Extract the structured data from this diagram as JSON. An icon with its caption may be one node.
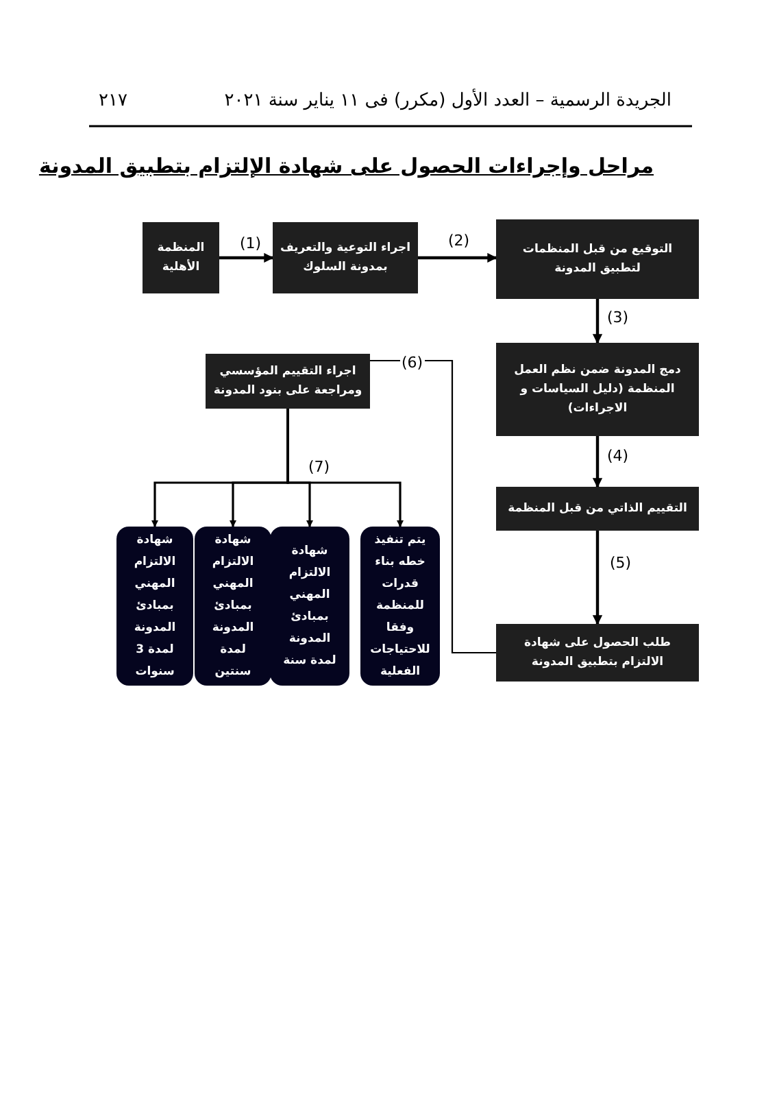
{
  "diagram": {
    "title": "مراحل وإجراءات الحصول على شهادة الإلتزام بتطبيق المدونة",
    "nodes": [
      {
        "text": [
          "المنظمة الأهلية"
        ]
      },
      {
        "text": [
          "اجراء التوعية والتعريف بمدونة السلوك"
        ]
      },
      {
        "text": [
          "التوقيع من قبل المنظمات لتطبيق المدونة"
        ]
      },
      {
        "text": [
          "دمج المدونة ضمن نظم العمل المنظمة (دليل السياسات و الاجراءات)"
        ]
      },
      {
        "text": [
          "التقييم الذاتي من قبل المنظمة"
        ]
      },
      {
        "text": [
          "طلب الحصول على شهادة الالتزام بتطبيق المدونة"
        ]
      },
      {
        "text": [
          "اجراء التقييم المؤسسي ومراجعة على بنود المدونة"
        ]
      },
      {
        "text": [
          "يتم تنفيذ خطه بناء قدرات للمنظمة وفقا للاحتياجات الفعلية"
        ]
      },
      {
        "text": [
          "شهادة الالتزام المهني بمبادئ المدونة لمدة سنة"
        ]
      },
      {
        "text": [
          "شهادة الالتزام المهني بمبادئ المدونة لمدة سنتين"
        ]
      },
      {
        "text": [
          "شهادة الالتزام المهني بمبادئ المدونة لمدة 3 سنوات"
        ]
      }
    ],
    "edges": [
      {
        "from": 0,
        "to": 1,
        "arrow": "to",
        "label": "(1)"
      },
      {
        "from": 1,
        "to": 2,
        "arrow": "to",
        "label": "(2)"
      },
      {
        "from": 2,
        "to": 3,
        "arrow": "to",
        "label": "(3)"
      },
      {
        "from": 3,
        "to": 4,
        "arrow": "to",
        "label": "(4)"
      },
      {
        "from": 4,
        "to": 5,
        "arrow": "to",
        "label": "(5)"
      },
      {
        "from": 5,
        "to": 6,
        "arrow": "none",
        "label": "(6)"
      },
      {
        "from": 6,
        "to": 7,
        "arrow": "to",
        "label": "(7)"
      },
      {
        "from": 6,
        "to": 8,
        "arrow": "to"
      },
      {
        "from": 6,
        "to": 9,
        "arrow": "to"
      },
      {
        "from": 6,
        "to": 10,
        "arrow": "to"
      }
    ],
    "labels": [
      "الجريدة الرسمية – العدد الأول (مكرر) فى ١١ يناير سنة ٢٠٢١",
      "٢١٧"
    ]
  }
}
